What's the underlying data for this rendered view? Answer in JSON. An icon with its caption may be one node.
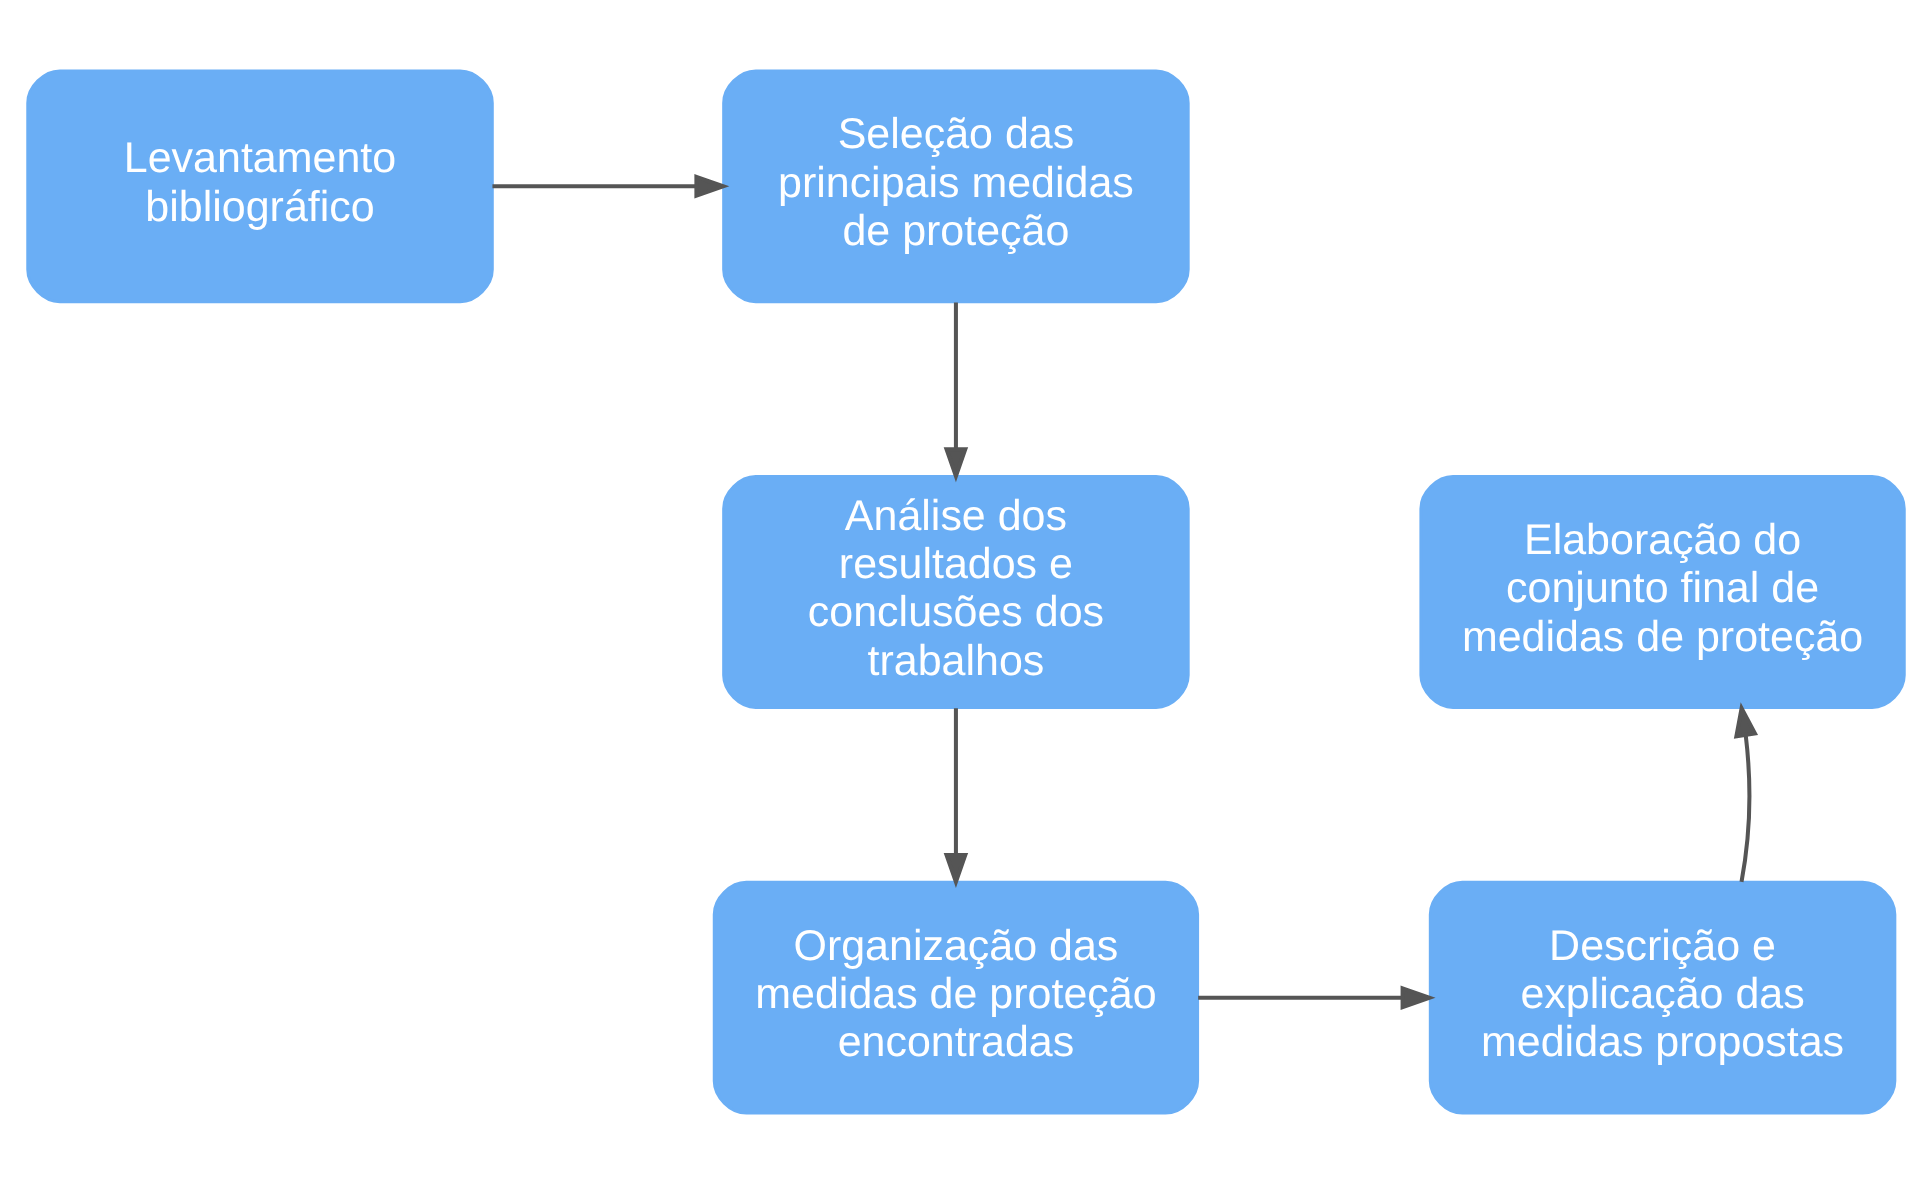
{
  "diagram": {
    "nodes": [
      {
        "text": [
          "Levantamento bibliográfico"
        ]
      },
      {
        "text": [
          "Seleção das principais medidas de proteção"
        ]
      },
      {
        "text": [
          "Análise dos resultados e conclusões dos trabalhos"
        ]
      },
      {
        "text": [
          "Organização das medidas de proteção encontradas"
        ]
      },
      {
        "text": [
          "Descrição e explicação das medidas propostas"
        ]
      },
      {
        "text": [
          "Elaboração do conjunto final de medidas de proteção"
        ]
      }
    ],
    "edges": [
      {
        "from": 0,
        "to": 1,
        "arrow": "to"
      },
      {
        "from": 1,
        "to": 2,
        "arrow": "to"
      },
      {
        "from": 2,
        "to": 3,
        "arrow": "to"
      },
      {
        "from": 3,
        "to": 4,
        "arrow": "to"
      },
      {
        "from": 4,
        "to": 5,
        "arrow": "to"
      }
    ]
  }
}
